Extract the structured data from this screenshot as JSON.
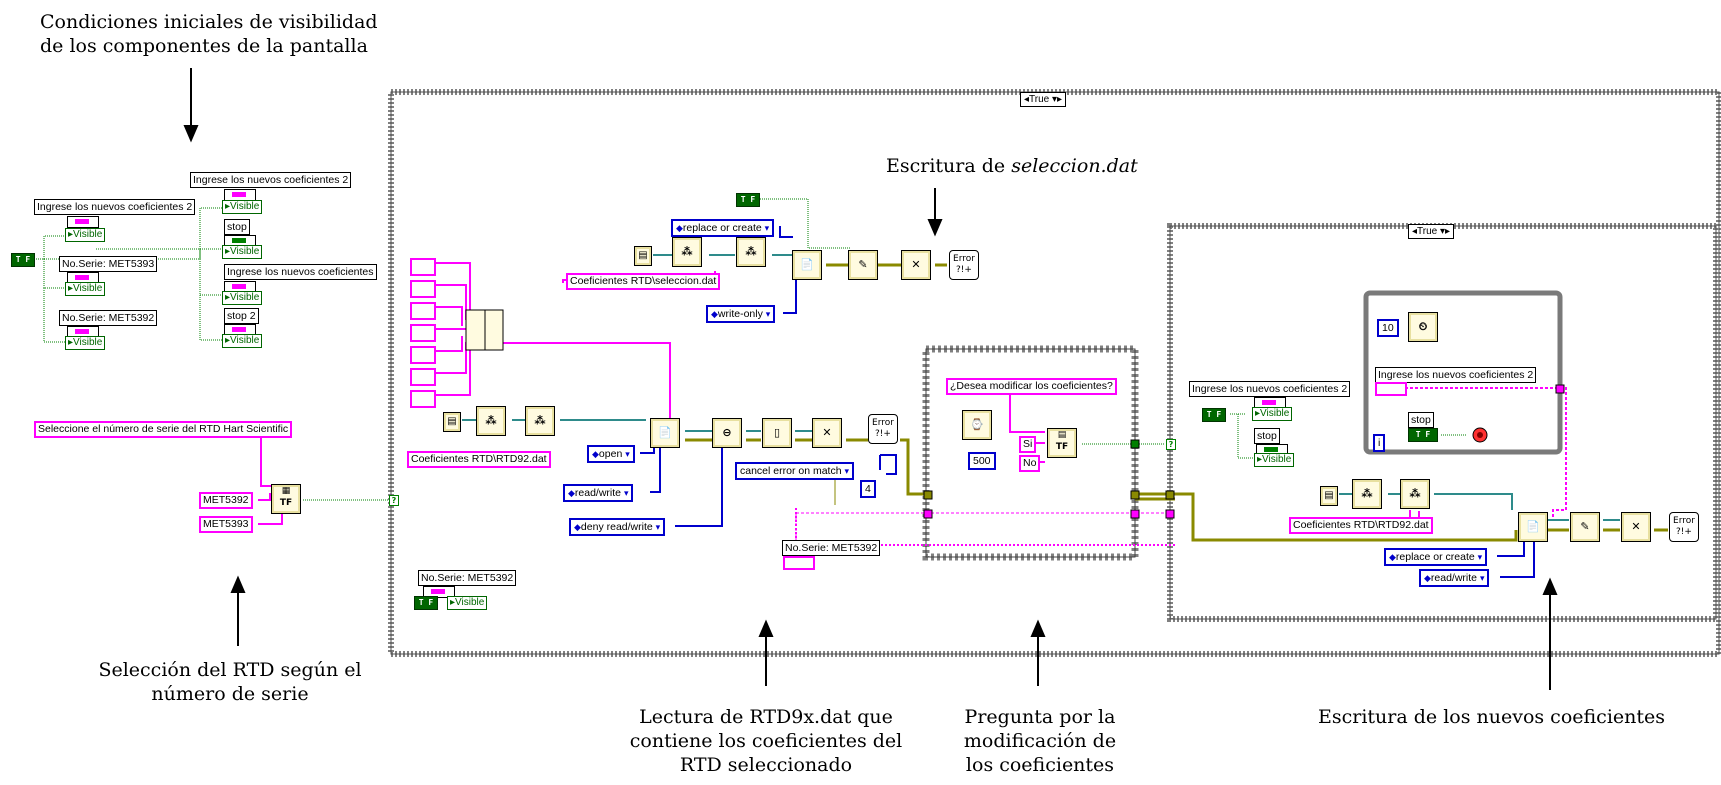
{
  "annotations": {
    "initial_visibility": [
      "Condiciones iniciales de visibilidad",
      "de los componentes de la pantalla"
    ],
    "rtd_selection": [
      "Selección del RTD según el",
      "número de serie"
    ],
    "write_seleccion_prefix": "Escritura de ",
    "write_seleccion_file": "seleccion.dat",
    "read_rtd": [
      "Lectura de RTD9x.dat que",
      "contiene los coeficientes del",
      "RTD seleccionado"
    ],
    "modify_question": [
      "Pregunta por la",
      "modificación de",
      "los coeficientes"
    ],
    "write_coefficients": "Escritura de los nuevos coeficientes"
  },
  "case_selectors": {
    "outer": "True",
    "inner": "True"
  },
  "left_section": {
    "property_nodes": [
      "Ingrese los nuevos coeficientes 2",
      "Ingrese los nuevos coeficientes 2",
      "stop",
      "Ingrese los nuevos coeficientes",
      "No.Serie: MET5393",
      "No.Serie: MET5392",
      "stop 2"
    ],
    "visible_label": "Visible",
    "bool_label": "T F",
    "ring_label": "Seleccione el número de serie del RTD Hart Scientific",
    "ring_items": [
      "MET5392",
      "MET5393"
    ]
  },
  "outer_case": {
    "enums_top": {
      "replace_or_create": "replace or create",
      "write_only": "write-only"
    },
    "path_top": "Coeficientes RTD\\seleccion.dat",
    "path_main": "Coeficientes RTD\\RTD92.dat",
    "enums_main": {
      "open": "open",
      "read_write": "read/write",
      "deny": "deny read/write"
    },
    "cancel_error": "cancel error on match",
    "const_4": "4",
    "indicator_label": "No.Serie: MET5392",
    "bottom_prop_label": "No.Serie: MET5392",
    "error_text": "Error ?!+"
  },
  "dialog_frame": {
    "question": "¿Desea modificar los coeficientes?",
    "wait": "500",
    "yes": "Si",
    "no": "No"
  },
  "inner_case": {
    "prop_label": "Ingrese los nuevos coeficientes 2",
    "prop_stop": "stop",
    "while_label": "Ingrese los nuevos coeficientes 2",
    "wait": "10",
    "stop_label": "stop",
    "iter": "i",
    "path": "Coeficientes RTD\\RTD92.dat",
    "enum_replace": "replace or create",
    "enum_rw": "read/write"
  },
  "colors": {
    "string_wire": "#ff00ff",
    "bool_wire": "#008000",
    "enum_wire": "#0000cc",
    "error_wire": "#8a8a00",
    "refnum_wire": "#2e8b8b",
    "frame_border": "#808080"
  }
}
